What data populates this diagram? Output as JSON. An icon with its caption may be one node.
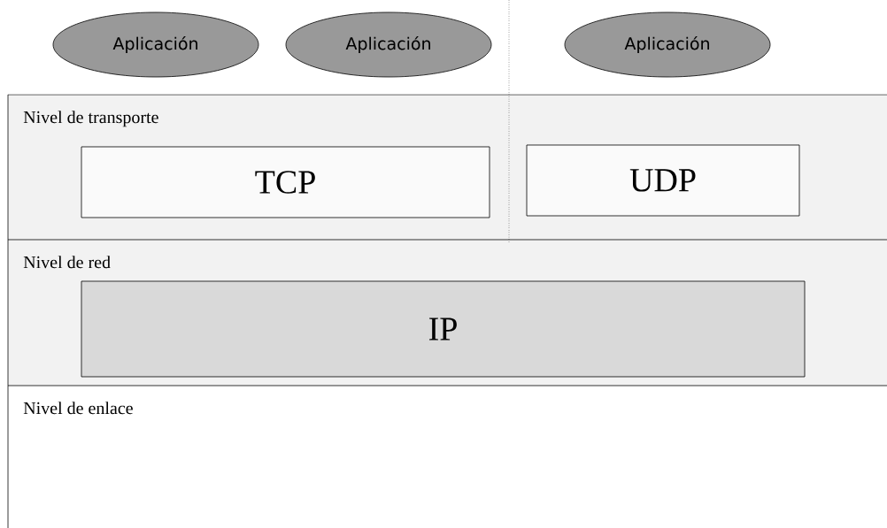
{
  "diagram": {
    "nodes": [
      {
        "text": [
          "Aplicación"
        ]
      },
      {
        "text": [
          "Aplicación"
        ]
      },
      {
        "text": [
          "Aplicación"
        ]
      },
      {
        "text": [
          "Nivel de transporte"
        ]
      },
      {
        "text": [
          "TCP"
        ],
        "in": 3
      },
      {
        "text": [
          "UDP"
        ],
        "in": 3
      },
      {
        "text": [
          "Nivel de red"
        ]
      },
      {
        "text": [
          "IP"
        ],
        "in": 6
      },
      {
        "text": [
          "Nivel de enlace"
        ]
      }
    ]
  }
}
